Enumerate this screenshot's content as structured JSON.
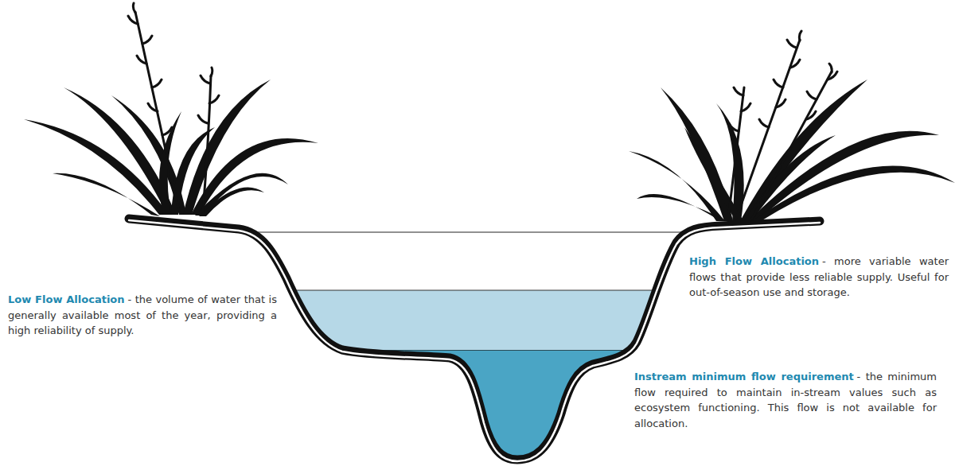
{
  "diagram": {
    "labels": [
      "Low Flow Allocation",
      "- the volume of water that is generally available most of the year, providing a high reliability of supply.",
      "High Flow Allocation",
      "- more variable water flows that provide less reliable supply. Useful for out-of-season use and storage.",
      "Instream minimum flow requirement",
      "- the minimum flow required to maintain in-stream values such as ecosystem functioning. This flow is not available for allocation."
    ]
  }
}
